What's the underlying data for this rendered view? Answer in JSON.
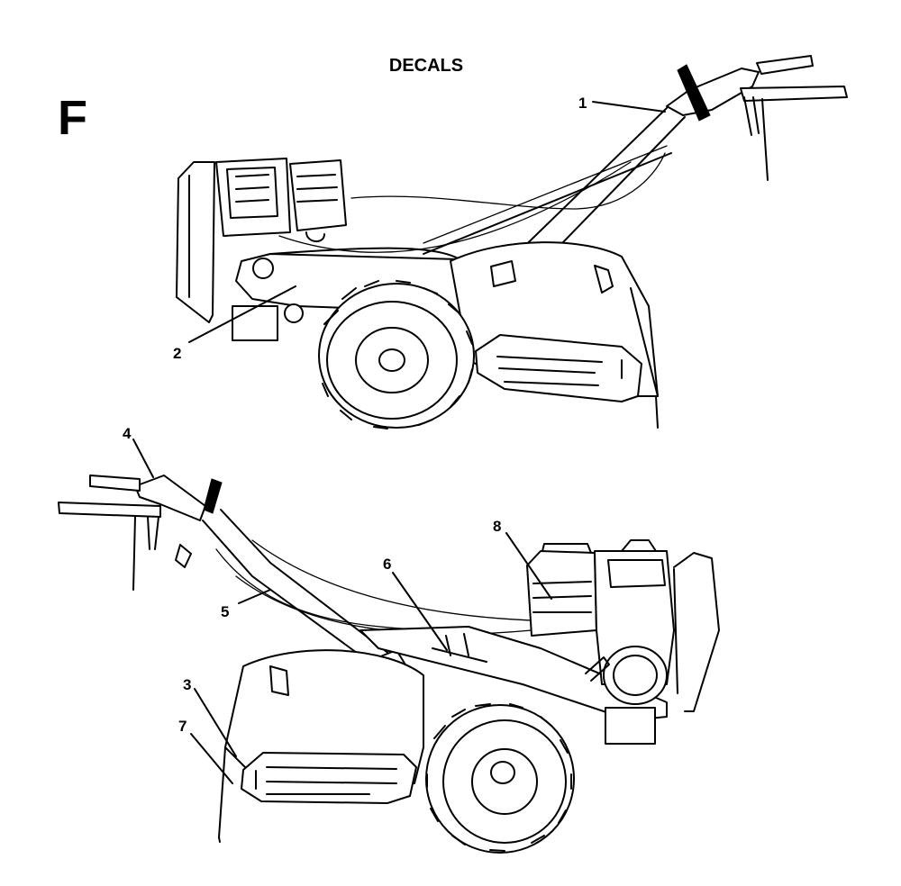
{
  "header": {
    "title": "DECALS",
    "figure_letter": "F"
  },
  "callouts": [
    "1",
    "2",
    "3",
    "4",
    "5",
    "6",
    "7",
    "8"
  ]
}
